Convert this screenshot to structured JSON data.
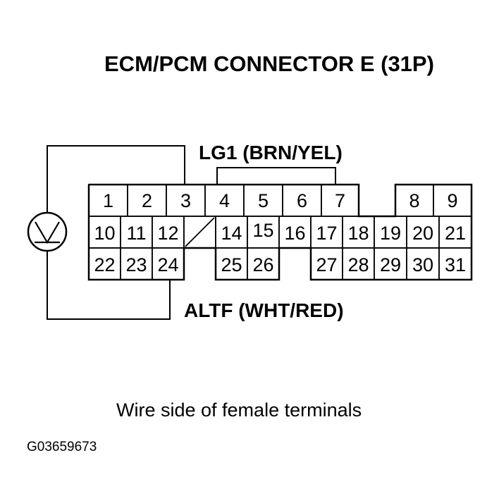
{
  "title": "ECM/PCM CONNECTOR E (31P)",
  "lg1_label": "LG1 (BRN/YEL)",
  "altf_label": "ALTF (WHT/RED)",
  "caption": "Wire side of female terminals",
  "figure_code": "G03659673",
  "meter_icon": "voltmeter-icon",
  "connector": {
    "row1": [
      "1",
      "2",
      "3",
      "4",
      "5",
      "6",
      "7",
      "8",
      "9"
    ],
    "row2": [
      "10",
      "11",
      "12",
      "14",
      "15",
      "16",
      "17",
      "18",
      "19",
      "20",
      "21"
    ],
    "row3": [
      "22",
      "23",
      "24",
      "25",
      "26",
      "27",
      "28",
      "29",
      "30",
      "31"
    ]
  }
}
